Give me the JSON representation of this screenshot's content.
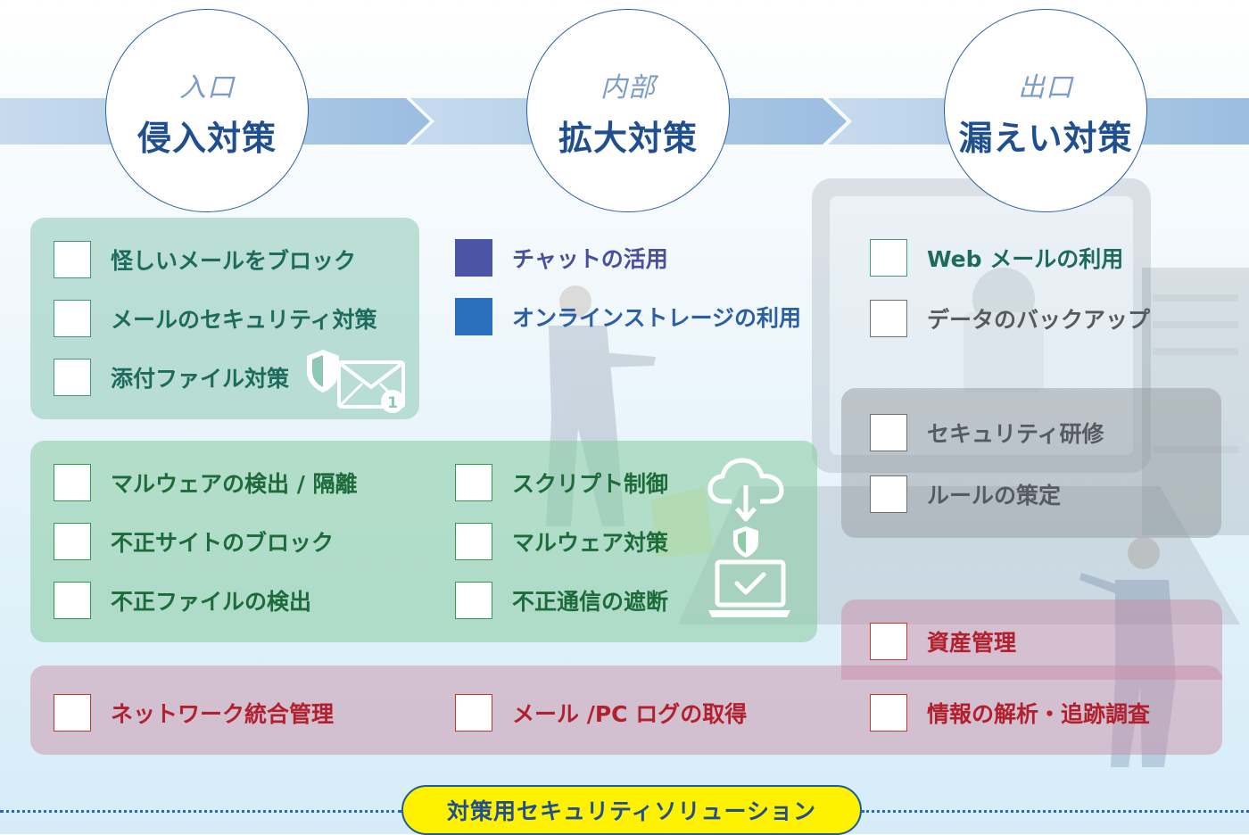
{
  "stages": [
    {
      "sub": "入口",
      "main": "侵入対策"
    },
    {
      "sub": "内部",
      "main": "拡大対策"
    },
    {
      "sub": "出口",
      "main": "漏えい対策"
    }
  ],
  "entry_items": [
    "怪しいメールをブロック",
    "メールのセキュリティ対策",
    "添付ファイル対策"
  ],
  "internal_items": [
    "チャットの活用",
    "オンラインストレージの利用"
  ],
  "exit_items": [
    "Web メールの利用",
    "データのバックアップ"
  ],
  "malware_left": [
    "マルウェアの検出 / 隔離",
    "不正サイトのブロック",
    "不正ファイルの検出"
  ],
  "malware_right": [
    "スクリプト制御",
    "マルウェア対策",
    "不正通信の遮断"
  ],
  "gray_items": [
    "セキュリティ研修",
    "ルールの策定"
  ],
  "red_items": [
    "資産管理",
    "ネットワーク統合管理",
    "メール /PC ログの取得",
    "情報の解析・追跡調査"
  ],
  "mail_badge": "1",
  "solution_label": "対策用セキュリティソリューション",
  "colors": {
    "stage_border": "#2c5fa8",
    "entry_panel": "#8cc8b4",
    "malware_panel": "#8ccda5",
    "gray_panel": "#969ba0",
    "red_panel": "#c88ca5",
    "highlight": "#fff200"
  },
  "icons": [
    "shield-icon",
    "mail-icon",
    "cloud-download-icon",
    "laptop-check-icon"
  ]
}
